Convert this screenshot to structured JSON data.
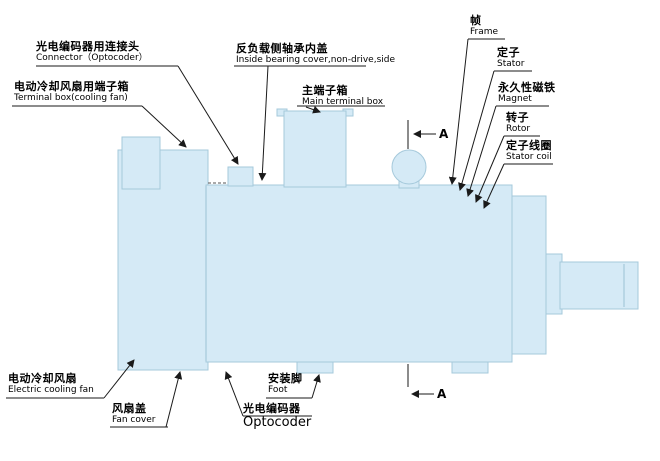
{
  "colors": {
    "body_fill": "#d5eaf6",
    "body_stroke": "#a5c9db",
    "line": "#1a1a1a",
    "background": "#ffffff"
  },
  "section_label": "A",
  "labels": [
    {
      "id": "connector",
      "zh": "光电编码器用连接头",
      "en": "Connector（Optocoder）"
    },
    {
      "id": "terminal_box_cooling_fan",
      "zh": "电动冷却风扇用端子箱",
      "en": "Terminal box(cooling fan)"
    },
    {
      "id": "inside_bearing_cover",
      "zh": "反负载侧轴承内盖",
      "en": "Inside bearing cover,non-drive,side"
    },
    {
      "id": "main_terminal_box",
      "zh": "主端子箱",
      "en": "Main terminal box"
    },
    {
      "id": "frame",
      "zh": "帧",
      "en": "Frame"
    },
    {
      "id": "stator",
      "zh": "定子",
      "en": "Stator"
    },
    {
      "id": "magnet",
      "zh": "永久性磁铁",
      "en": "Magnet"
    },
    {
      "id": "rotor",
      "zh": "转子",
      "en": "Rotor"
    },
    {
      "id": "stator_coil",
      "zh": "定子线圈",
      "en": "Stator coil"
    },
    {
      "id": "electric_cooling_fan",
      "zh": "电动冷却风扇",
      "en": "Electric cooling fan"
    },
    {
      "id": "fan_cover",
      "zh": "风扇盖",
      "en": "Fan cover"
    },
    {
      "id": "foot",
      "zh": "安装脚",
      "en": "Foot"
    },
    {
      "id": "optocoder",
      "zh": "光电编码器",
      "en": "Optocoder"
    }
  ]
}
